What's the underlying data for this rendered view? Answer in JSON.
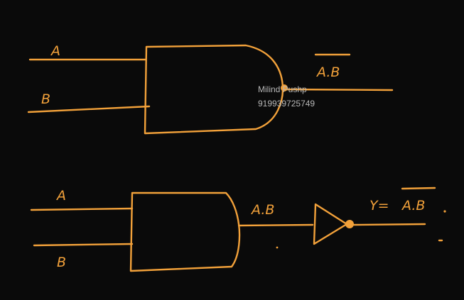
{
  "colors": {
    "ink": "#f2a13a",
    "background": "#0a0a0a",
    "watermark": "#b8b8b8"
  },
  "top_circuit": {
    "input_a": "A",
    "input_b": "B",
    "gate": "NAND",
    "output_label": "A.B"
  },
  "bottom_circuit": {
    "input_a": "A",
    "input_b": "B",
    "gate_1": "AND",
    "and_output_label": "A.B",
    "gate_2": "NOT",
    "output_prefix": "Y=",
    "output_label": "A.B"
  },
  "watermark": {
    "name": "Milind Pushp",
    "phone": "919939725749"
  }
}
